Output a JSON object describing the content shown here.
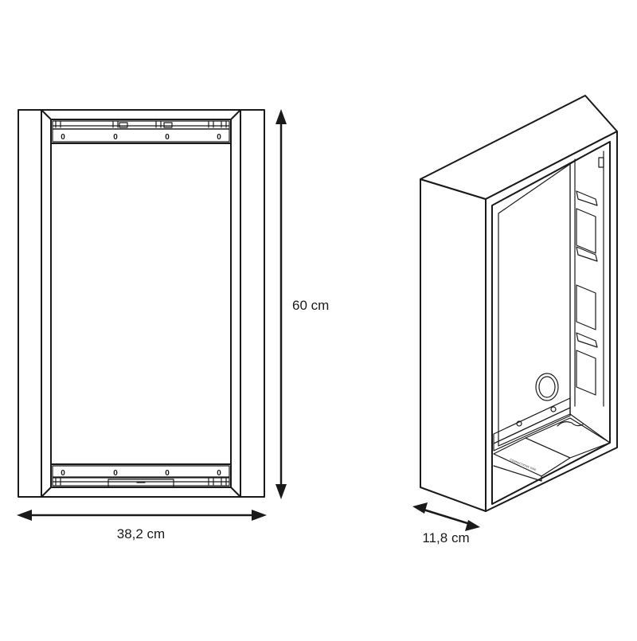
{
  "dimensions": {
    "height": "60 cm",
    "width": "38,2 cm",
    "depth": "11,8 cm"
  },
  "front_view": {
    "screw_marks": [
      "0",
      "0",
      "0",
      "0"
    ]
  },
  "perspective_view": {
    "inner_label": "CONNECTIONS SIDE"
  }
}
